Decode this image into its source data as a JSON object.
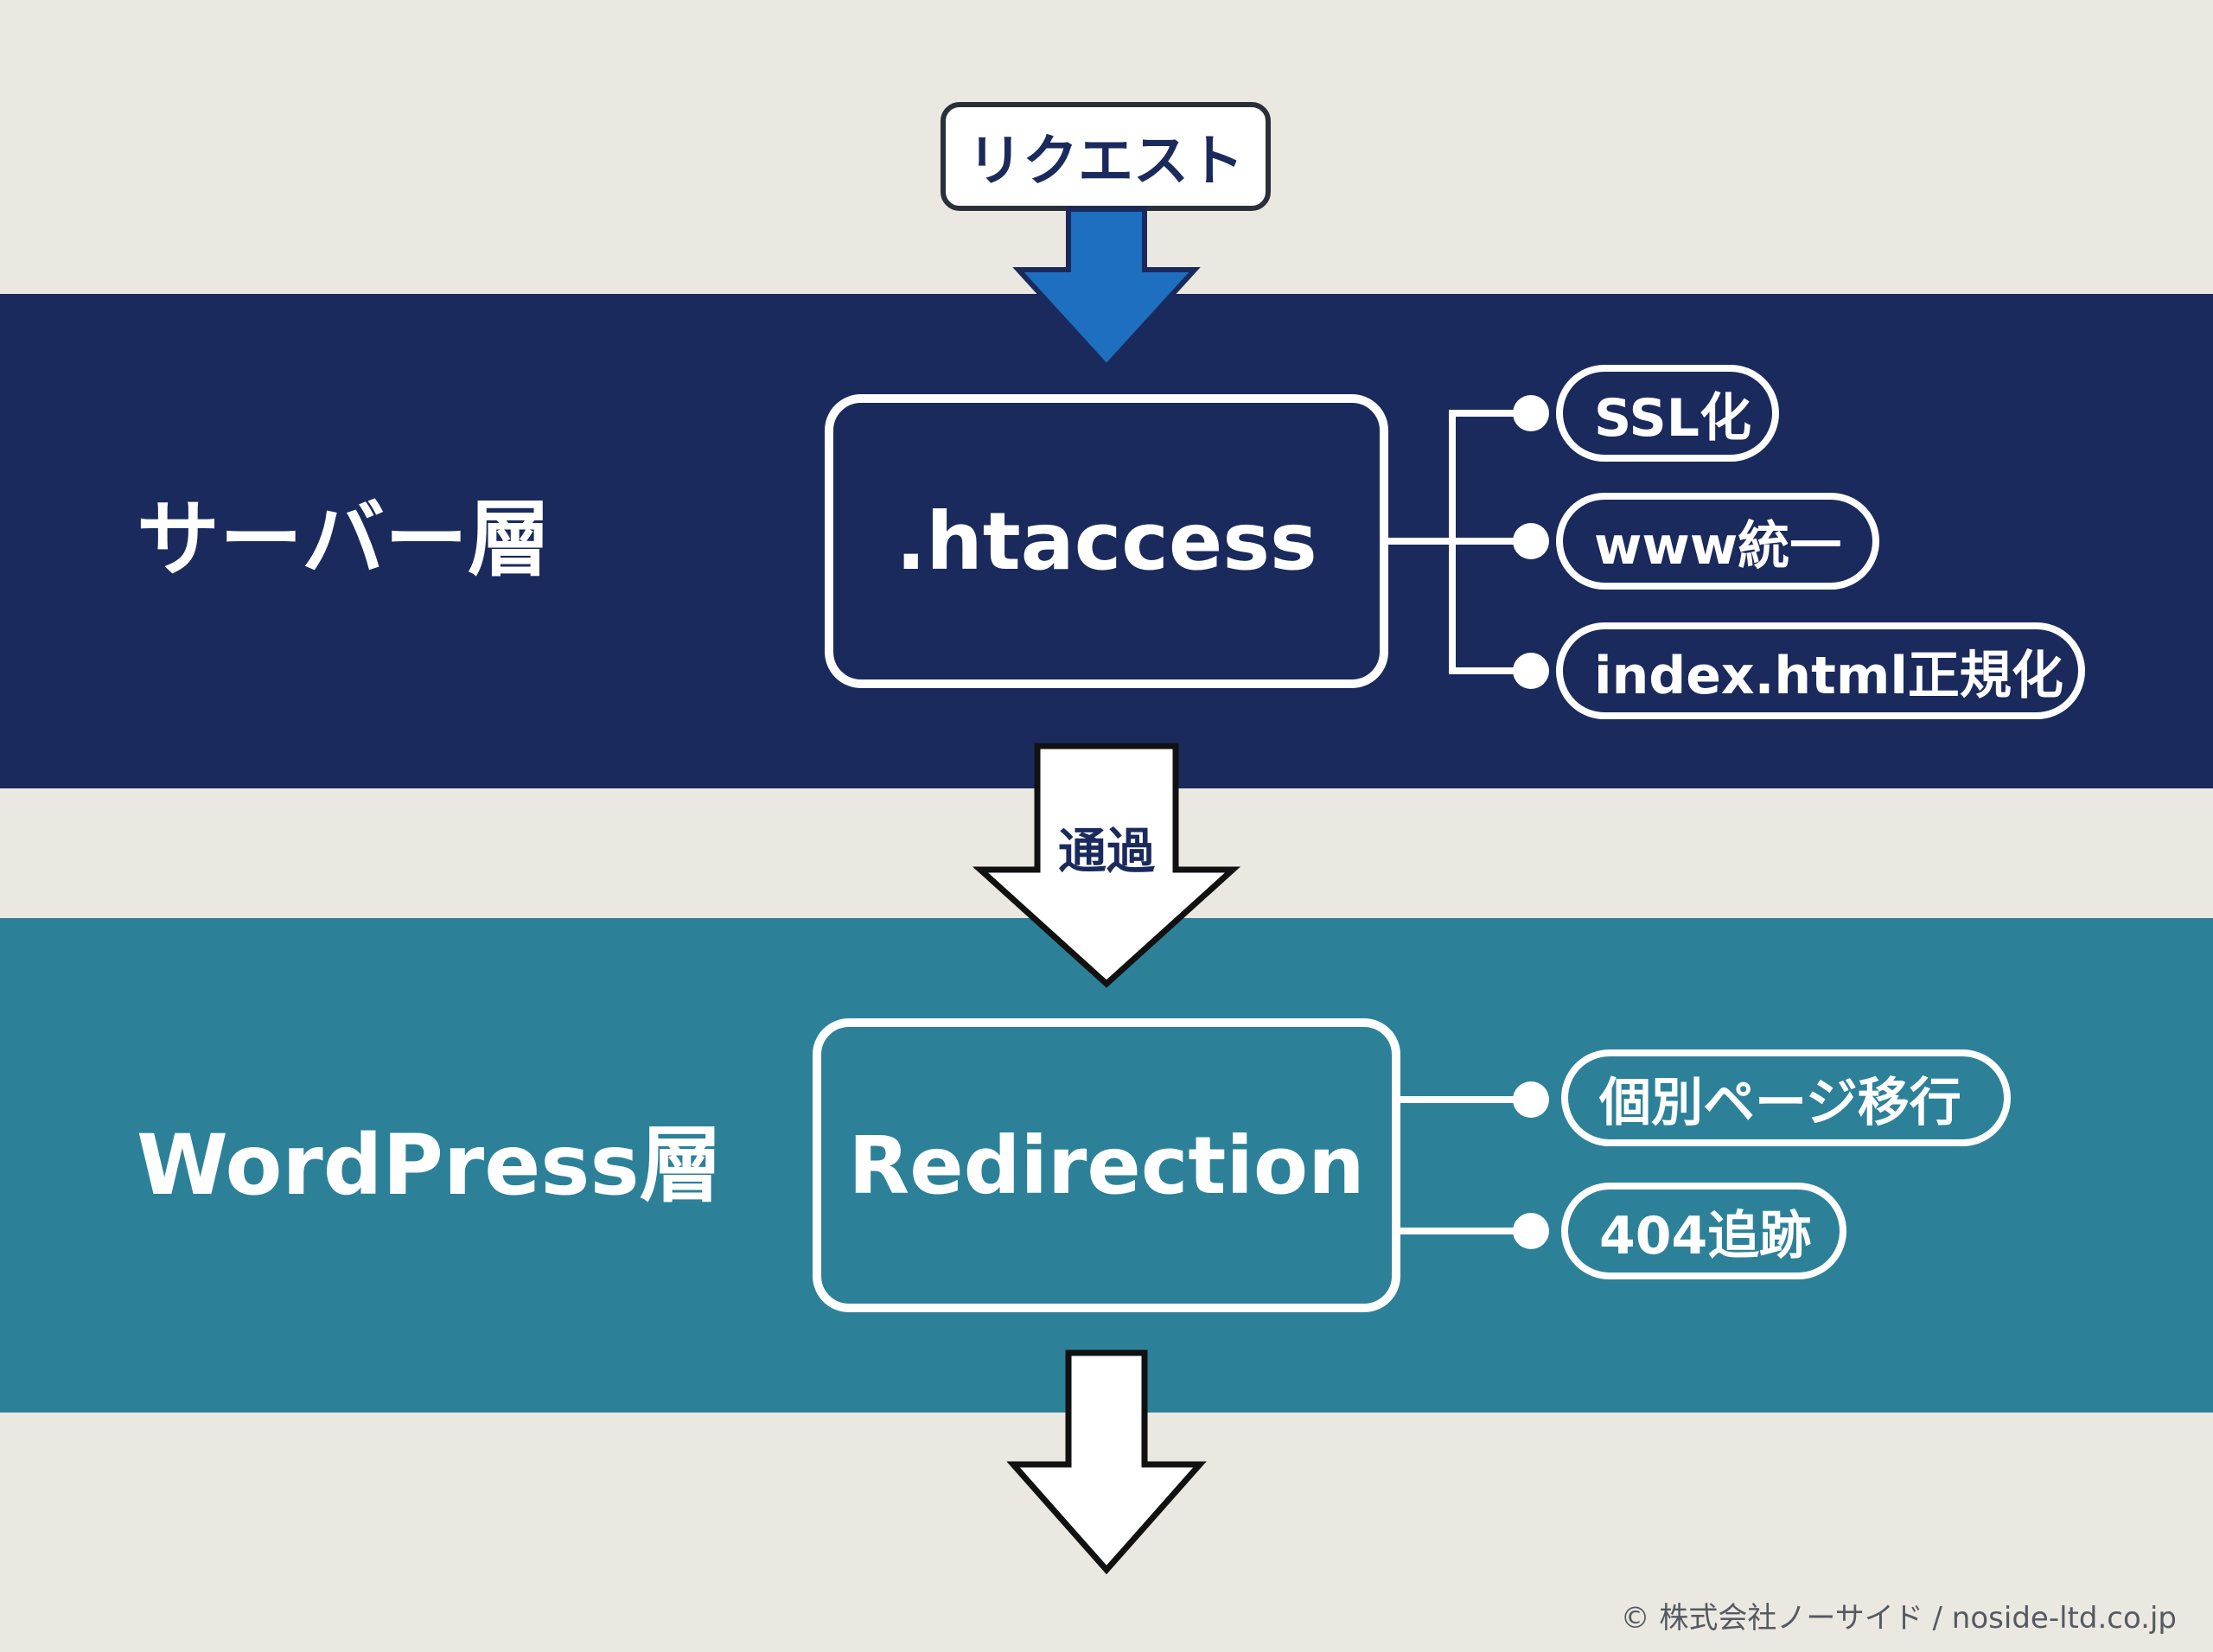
{
  "request": {
    "label": "リクエスト"
  },
  "server_layer": {
    "label": "サーバー層",
    "component": ".htaccess",
    "features": [
      "SSL化",
      "www統一",
      "index.html正規化"
    ]
  },
  "pass": {
    "label": "通過"
  },
  "wordpress_layer": {
    "label": "WordPress層",
    "component": "Redirection",
    "features": [
      "個別ページ移行",
      "404追跡"
    ]
  },
  "footer": {
    "copyright": "© 株式会社ノーサイド / noside-ltd.co.jp"
  },
  "colors": {
    "background": "#ebe8e1",
    "server_band": "#1b2a5c",
    "wordpress_band": "#2c8199",
    "request_arrow": "#1e6fbf",
    "foreground": "#ffffff"
  }
}
